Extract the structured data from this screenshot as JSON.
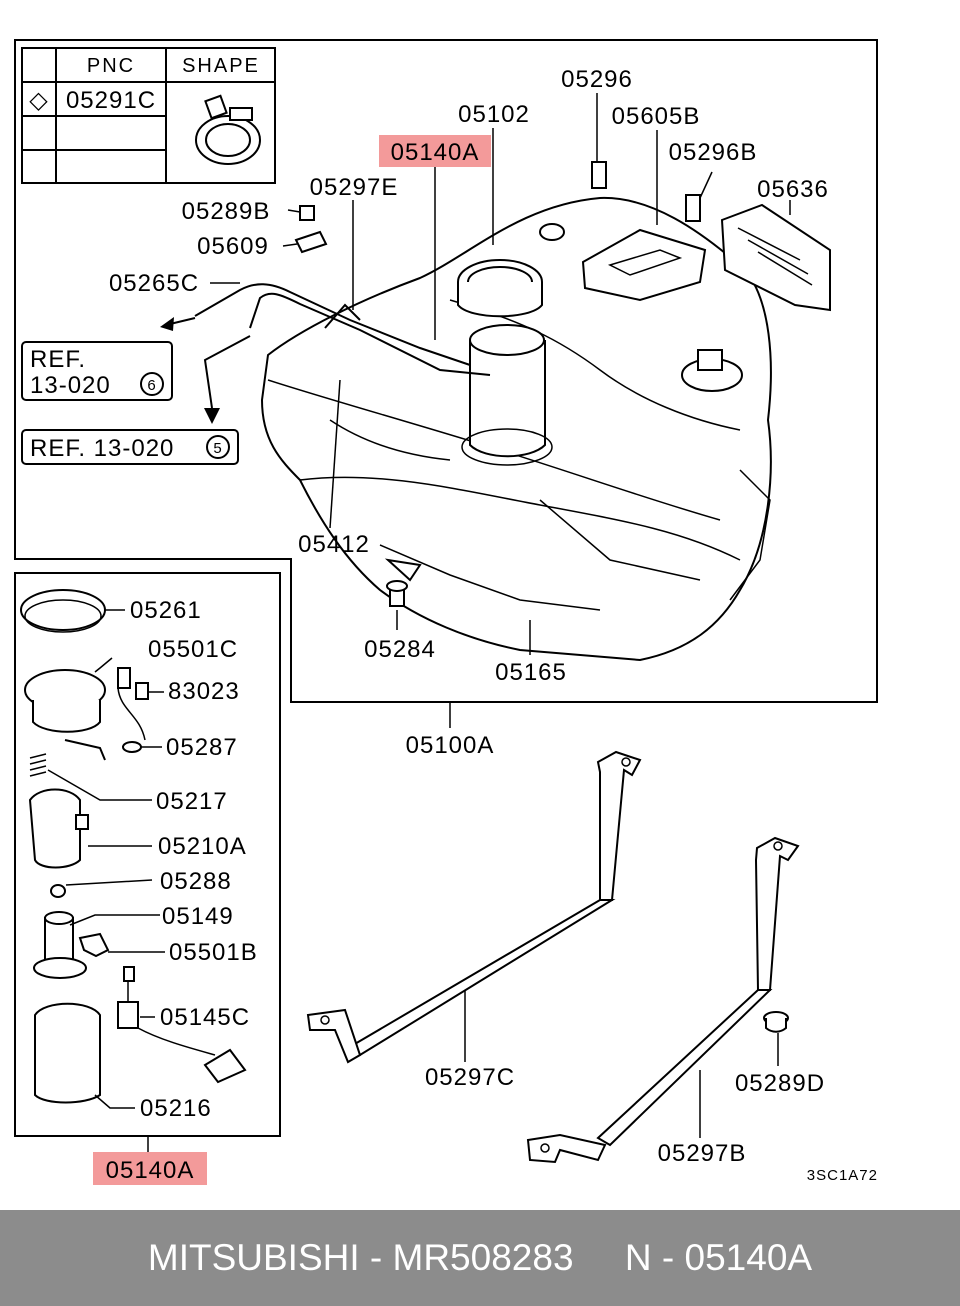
{
  "legend": {
    "col_pnc": "PNC",
    "col_shape": "SHAPE",
    "row1_mark": "◇",
    "row1_pnc": "05291C"
  },
  "refs": {
    "ref1_line1": "REF.",
    "ref1_line2": "13-020",
    "ref1_num": "6",
    "ref2_text": "REF. 13-020",
    "ref2_num": "5"
  },
  "labels": {
    "p05296": "05296",
    "p05102": "05102",
    "p05605B": "05605B",
    "p05140A_top": "05140A",
    "p05296B": "05296B",
    "p05297E": "05297E",
    "p05636": "05636",
    "p05289B": "05289B",
    "p05609": "05609",
    "p05265C": "05265C",
    "p05412": "05412",
    "p05284": "05284",
    "p05165": "05165",
    "p05100A": "05100A",
    "p05261": "05261",
    "p05501C": "05501C",
    "p83023": "83023",
    "p05287": "05287",
    "p05217": "05217",
    "p05210A": "05210A",
    "p05288": "05288",
    "p05149": "05149",
    "p05501B": "05501B",
    "p05145C": "05145C",
    "p05216": "05216",
    "p05140A_bottom": "05140A",
    "p05297C": "05297C",
    "p05289D": "05289D",
    "p05297B": "05297B",
    "diagram_code": "3SC1A72"
  },
  "footer": {
    "text": "MITSUBISHI - MR508283     N - 05140A"
  },
  "colors": {
    "highlight": "#f39a9a",
    "footer_bg": "#8c8c8c",
    "footer_text": "#ffffff"
  }
}
